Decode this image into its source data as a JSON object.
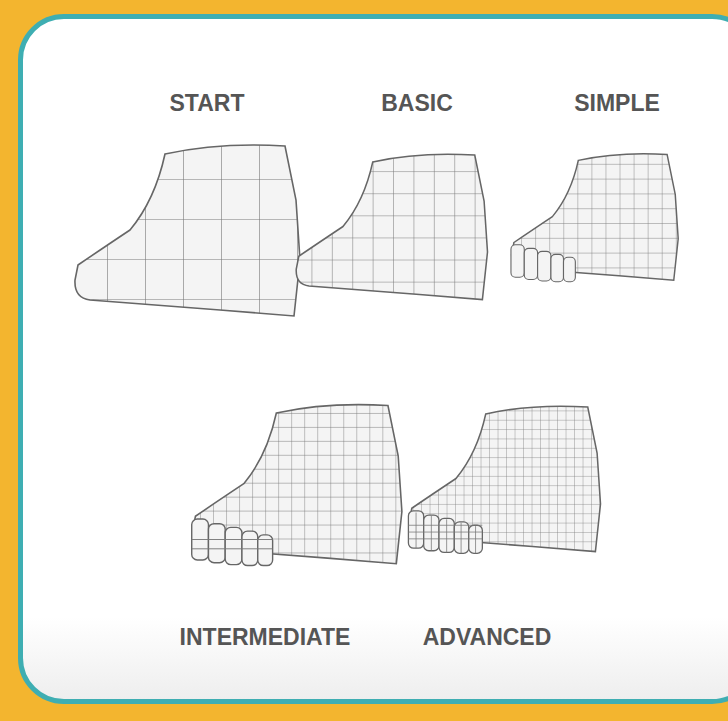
{
  "diagram": {
    "labels": [
      "START",
      "BASIC",
      "SIMPLE",
      "INTERMEDIATE",
      "ADVANCED"
    ]
  }
}
